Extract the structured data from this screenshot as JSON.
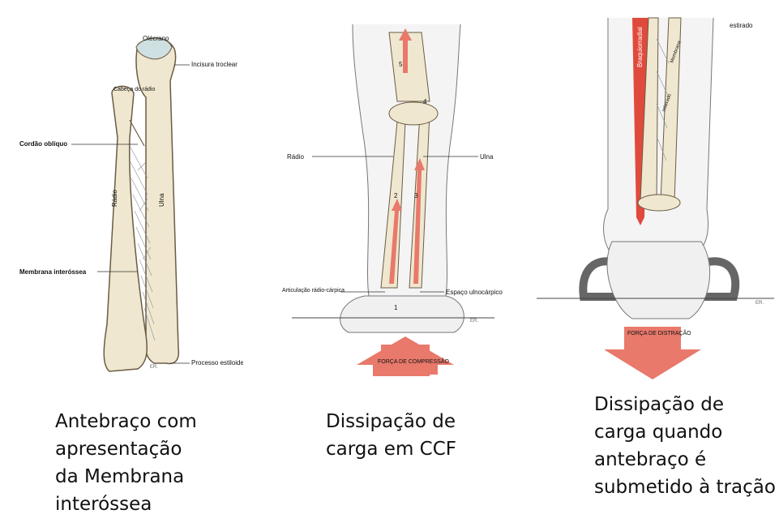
{
  "panel1": {
    "labels": {
      "olecrano": "Olécrano",
      "incisura": "Incisura troclear",
      "cabeca": "Cabeça do rádio",
      "cordao": "Cordão oblíquo",
      "radio": "Rádio",
      "ulna": "Ulna",
      "membrana": "Membrana interóssea",
      "processo": "Processo estiloide",
      "signature": "ER."
    },
    "caption": "Antebraço com\napresentação\nda Membrana\ninteróssea"
  },
  "panel2": {
    "labels": {
      "radio": "Rádio",
      "ulna": "Ulna",
      "articulacao": "Articulação rádio-cárpica",
      "espaco": "Espaço ulnocárpico",
      "n1": "1",
      "n2": "2",
      "n3": "3",
      "n4": "4",
      "n5": "5",
      "forca": "FORÇA DE COMPRESSÃO",
      "signature": "ER."
    },
    "caption": "Dissipação de\ncarga em CCF"
  },
  "panel3": {
    "labels": {
      "braquiorradial": "Braquiorradial",
      "estirado": "estirado",
      "relaxado": "relaxado",
      "membrana": "Membrana",
      "forca": "FORÇA DE DISTRAÇÃO",
      "signature": "ER."
    },
    "caption": "Dissipação de\ncarga quando\nantebraço é\nsubmetido à tração"
  },
  "colors": {
    "bone": "#efe7cf",
    "force_arrow": "#e8796b",
    "muscle": "#e04a3c"
  }
}
